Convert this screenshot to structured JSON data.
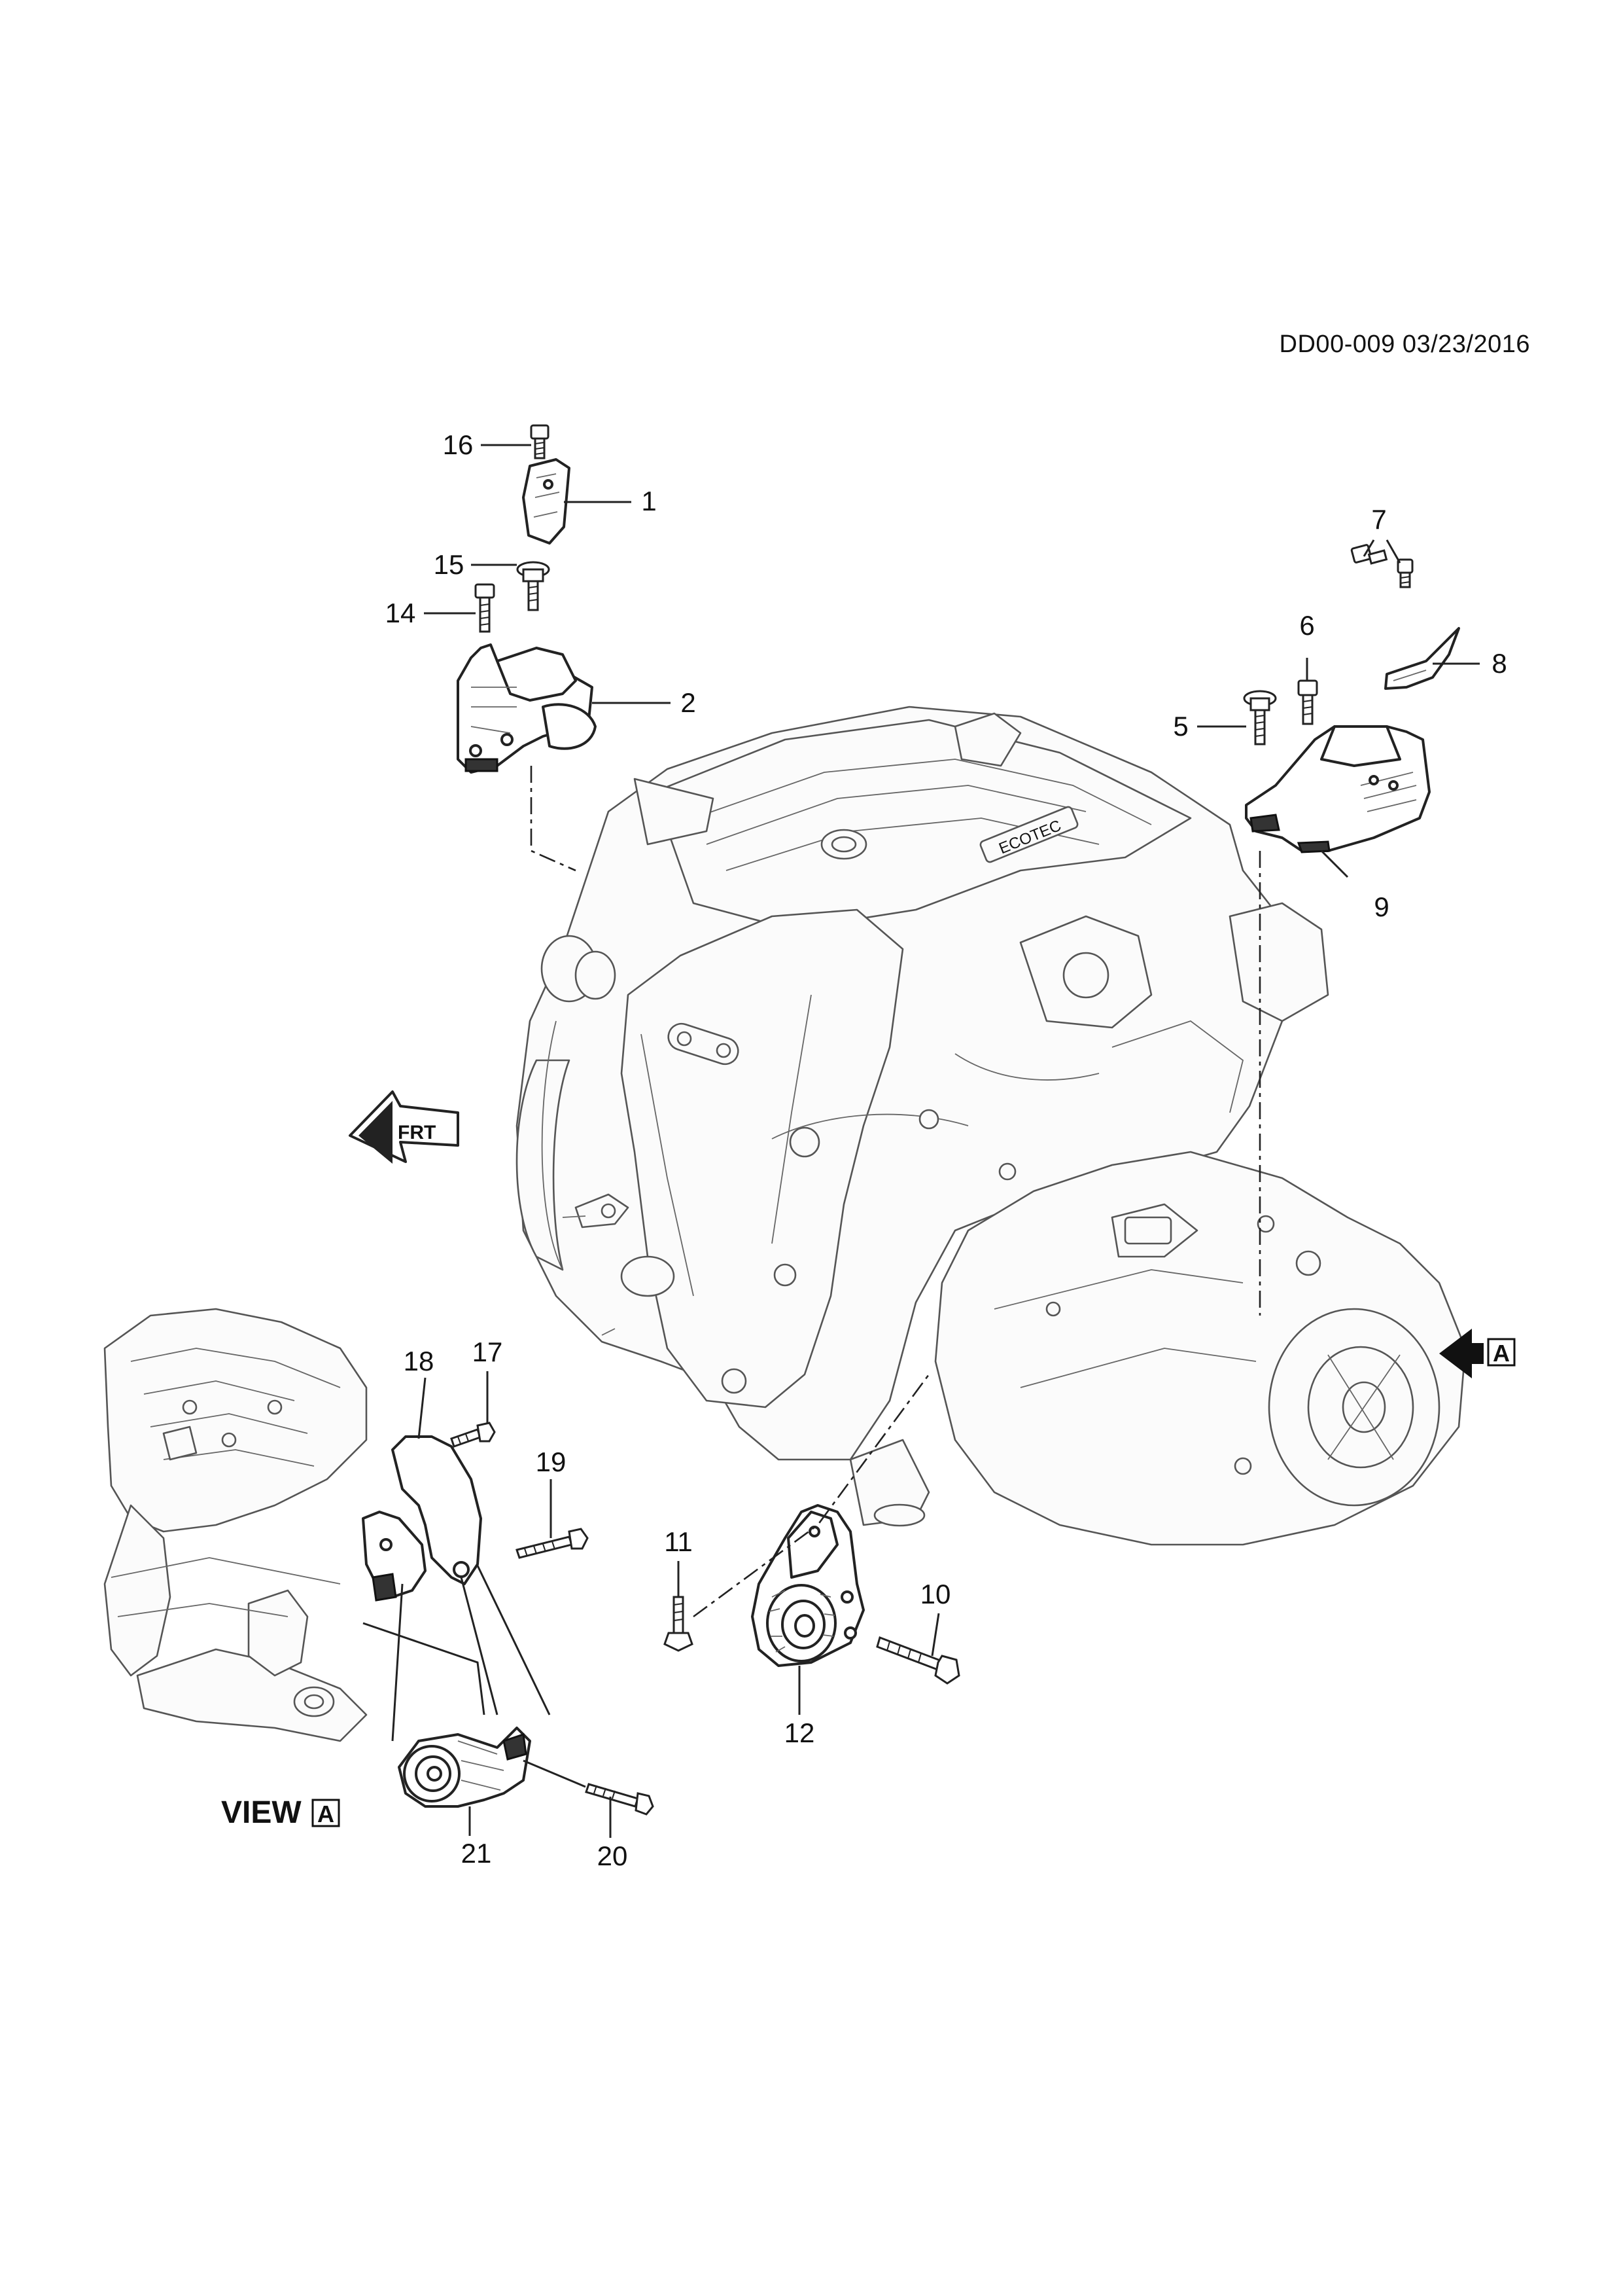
{
  "document": {
    "reference": "DD00-009 03/23/2016"
  },
  "callouts": [
    {
      "id": "callout-1",
      "label": "1"
    },
    {
      "id": "callout-2",
      "label": "2"
    },
    {
      "id": "callout-5",
      "label": "5"
    },
    {
      "id": "callout-6",
      "label": "6"
    },
    {
      "id": "callout-7",
      "label": "7"
    },
    {
      "id": "callout-8",
      "label": "8"
    },
    {
      "id": "callout-9",
      "label": "9"
    },
    {
      "id": "callout-10",
      "label": "10"
    },
    {
      "id": "callout-11",
      "label": "11"
    },
    {
      "id": "callout-12",
      "label": "12"
    },
    {
      "id": "callout-14",
      "label": "14"
    },
    {
      "id": "callout-15",
      "label": "15"
    },
    {
      "id": "callout-16",
      "label": "16"
    },
    {
      "id": "callout-17",
      "label": "17"
    },
    {
      "id": "callout-18",
      "label": "18"
    },
    {
      "id": "callout-19",
      "label": "19"
    },
    {
      "id": "callout-20",
      "label": "20"
    },
    {
      "id": "callout-21",
      "label": "21"
    }
  ],
  "view_marker": {
    "view_label": "VIEW",
    "letter": "A"
  },
  "direction_arrow": {
    "letter": "A"
  },
  "front_indicator": {
    "text": "FRT"
  },
  "engine_badge": {
    "text": "ECOTEC"
  }
}
